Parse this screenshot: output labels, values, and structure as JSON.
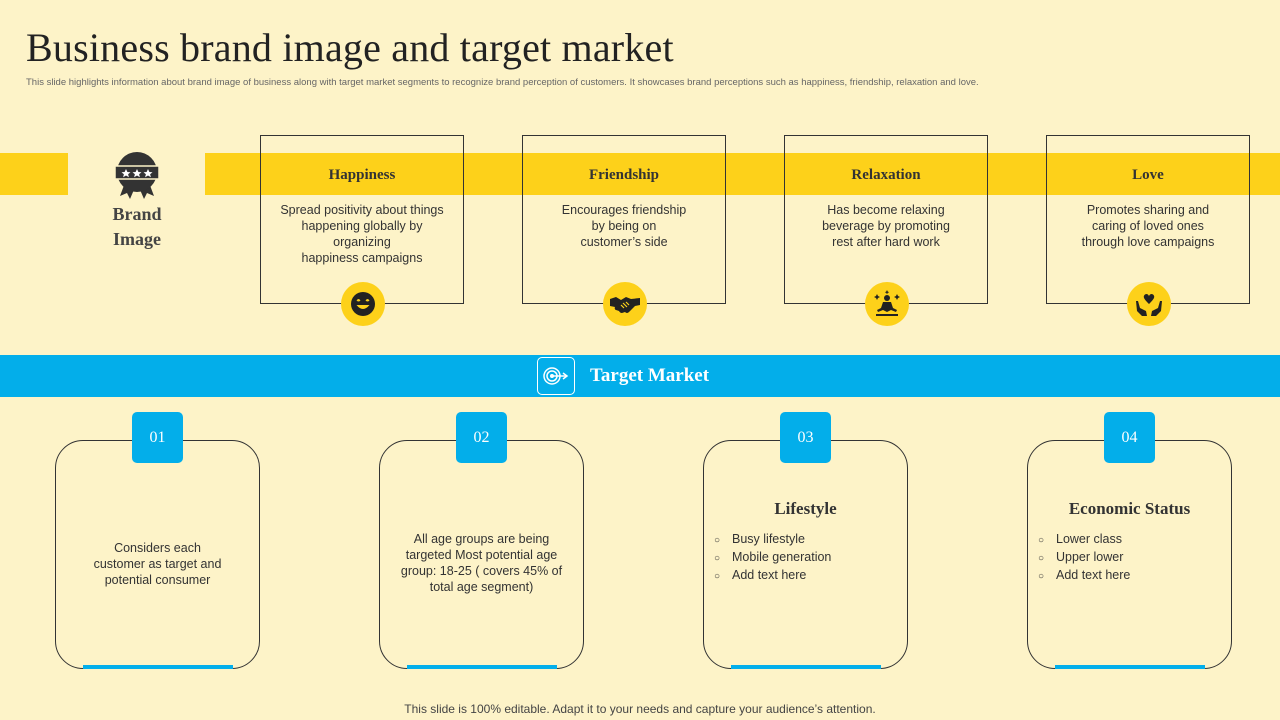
{
  "header": {
    "title": "Business brand image and target market",
    "subtitle": "This slide highlights information about brand image of business along with target market segments to recognize brand perception of customers. It showcases brand perceptions such as happiness, friendship, relaxation and love."
  },
  "brand": {
    "label_line1": "Brand",
    "label_line2": "Image",
    "icon": "award-badge-icon"
  },
  "perceptions": [
    {
      "title": "Happiness",
      "text": "Spread positivity about things\nhappening globally by\norganizing\nhappiness campaigns",
      "icon": "smiley-icon"
    },
    {
      "title": "Friendship",
      "text": "Encourages friendship\nby being on\ncustomer’s side",
      "icon": "handshake-icon"
    },
    {
      "title": "Relaxation",
      "text": "Has become relaxing\nbeverage  by promoting\nrest after hard work",
      "icon": "meditation-icon"
    },
    {
      "title": "Love",
      "text": "Promotes sharing and\ncaring of loved  ones\nthrough love campaigns",
      "icon": "heart-hands-icon"
    }
  ],
  "target_market": {
    "title": "Target Market",
    "icon": "target-icon"
  },
  "segments": [
    {
      "number": "01",
      "text": "Considers each\ncustomer as target and\npotential consumer"
    },
    {
      "number": "02",
      "text": "All age groups are being\ntargeted Most potential age\ngroup: 18-25  ( covers 45% of\ntotal age segment)"
    },
    {
      "number": "03",
      "heading": "Lifestyle",
      "items": [
        "Busy lifestyle",
        "Mobile generation",
        "Add text here"
      ]
    },
    {
      "number": "04",
      "heading": "Economic Status",
      "items": [
        "Lower class",
        "Upper lower",
        "Add text here"
      ]
    }
  ],
  "footer": "This slide is 100% editable. Adapt it to your needs and capture your audience’s attention.",
  "colors": {
    "background": "#FDF3C8",
    "yellow": "#FDD11A",
    "blue": "#03AEEA"
  }
}
